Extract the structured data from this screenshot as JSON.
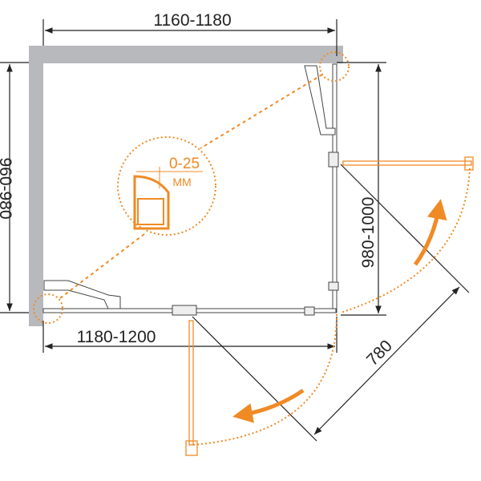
{
  "dimensions": {
    "top_width": "1160-1180",
    "bottom_width": "1180-1200",
    "left_depth": "960-980",
    "right_depth": "980-1000",
    "door_diagonal": "780"
  },
  "detail": {
    "adjustment": "0-25",
    "unit": "MM"
  },
  "colors": {
    "accent": "#f08a24",
    "wall": "#b8b9bc",
    "line": "#222222"
  }
}
